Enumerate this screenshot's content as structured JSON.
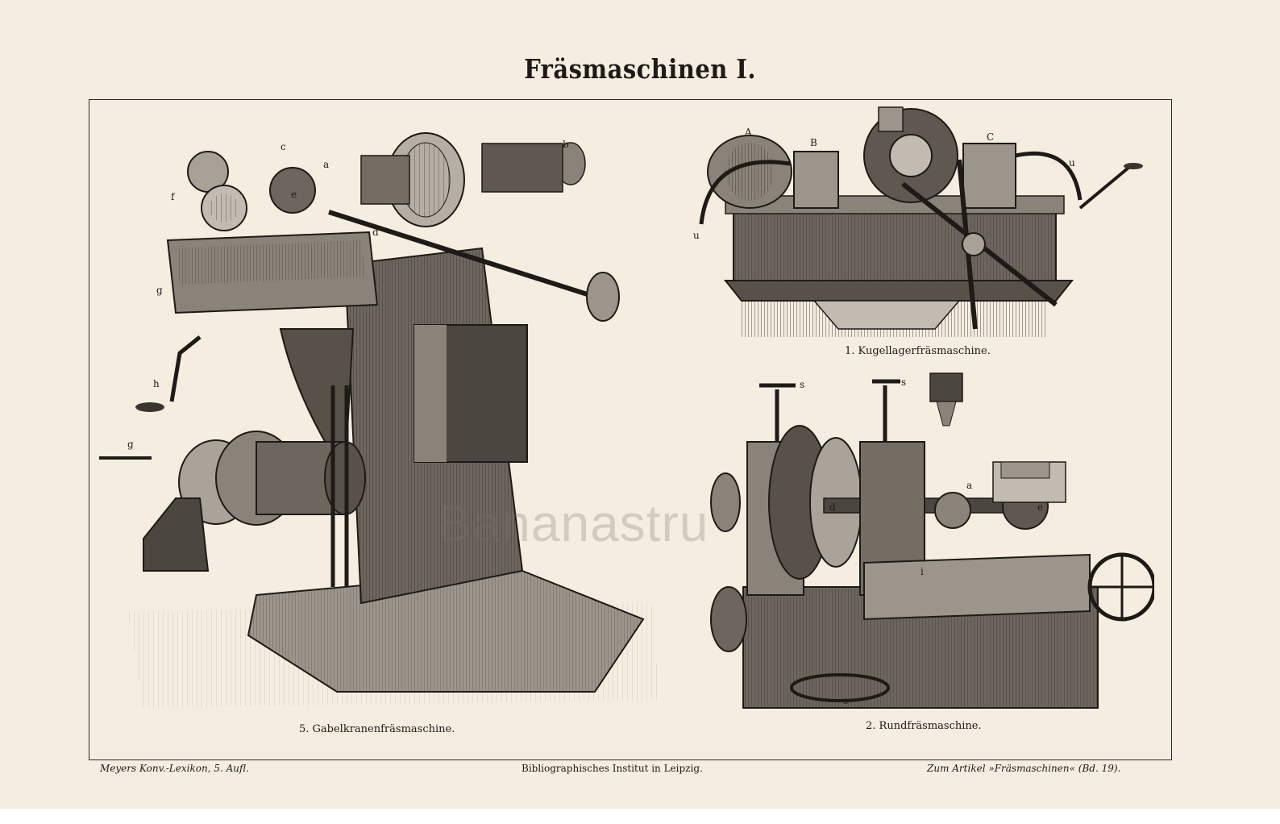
{
  "plate": {
    "title": "Fräsmaschinen I.",
    "figures": [
      {
        "caption": "1. Kugellagerfräsmaschine.",
        "labels": [
          "A",
          "B",
          "C",
          "u",
          "u"
        ]
      },
      {
        "caption": "2. Rundfräsmaschine.",
        "labels": [
          "s",
          "s",
          "d",
          "a",
          "e",
          "i",
          "s"
        ]
      },
      {
        "caption": "5. Gabelkranenfräsmaschine.",
        "labels": [
          "c",
          "a",
          "b",
          "e",
          "f",
          "g",
          "h",
          "g",
          "d"
        ]
      }
    ],
    "footer": {
      "left": "Meyers Konv.-Lexikon, 5. Aufl.",
      "center": "Bibliographisches Institut in Leipzig.",
      "right": "Zum Artikel »Fräsmaschinen« (Bd. 19)."
    },
    "watermark": "Bananastru"
  },
  "colors": {
    "paper": "#f5ede0",
    "ink": "#1d1a17",
    "page_margin": "#ffffff"
  }
}
